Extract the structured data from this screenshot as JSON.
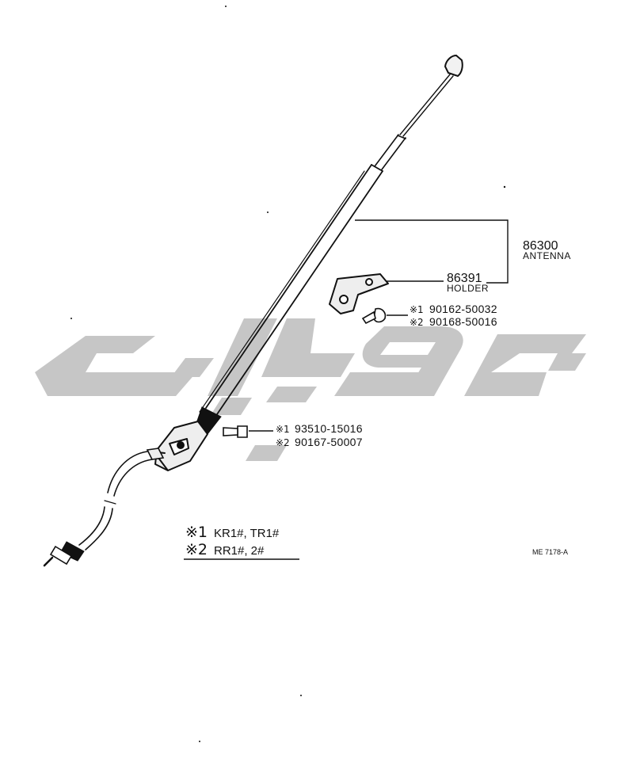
{
  "parts": {
    "antenna": {
      "number": "86300",
      "name": "ANTENNA"
    },
    "holder": {
      "number": "86391",
      "name": "HOLDER"
    }
  },
  "holder_screw": {
    "code_1": {
      "mark": "※1",
      "value": "90162-50032"
    },
    "code_2": {
      "mark": "※2",
      "value": "90168-50016"
    }
  },
  "base_bolt": {
    "code_1": {
      "mark": "※1",
      "value": "93510-15016"
    },
    "code_2": {
      "mark": "※2",
      "value": "90167-50007"
    }
  },
  "legend": {
    "row_1": {
      "mark": "※1",
      "text": "KR1#, TR1#"
    },
    "row_2": {
      "mark": "※2",
      "text": "RR1#, 2#"
    }
  },
  "reference": "ME 7178-A",
  "colors": {
    "ink": "#111111",
    "watermark": "#c6c6c6"
  }
}
